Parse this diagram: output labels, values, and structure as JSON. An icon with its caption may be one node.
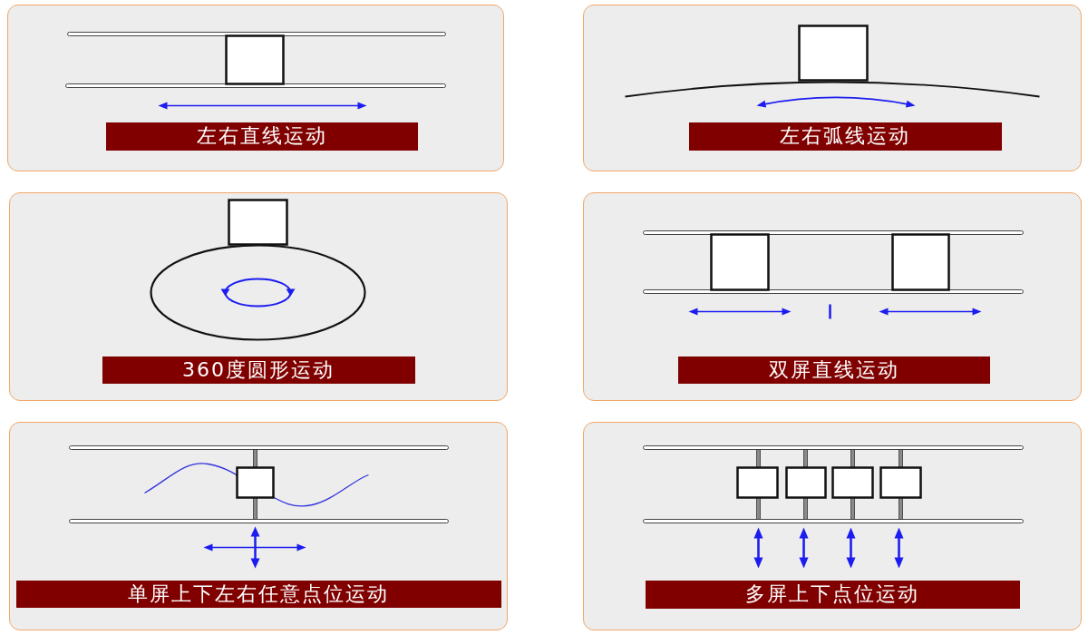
{
  "diagram": {
    "nodes": [
      {
        "text": [],
        "shape": "box"
      },
      {
        "text": [
          "左右直线运动"
        ],
        "in": 0
      },
      {
        "text": [],
        "shape": "box"
      },
      {
        "text": [
          "左右弧线运动"
        ],
        "in": 2
      },
      {
        "text": [],
        "shape": "box"
      },
      {
        "text": [
          "360度圆形运动"
        ],
        "in": 4
      },
      {
        "text": [],
        "shape": "box"
      },
      {
        "text": [
          "双屏直线运动"
        ],
        "in": 6
      },
      {
        "text": [],
        "shape": "box"
      },
      {
        "text": [
          "单屏上下左右任意点位运动"
        ],
        "in": 8
      },
      {
        "text": [],
        "shape": "box"
      },
      {
        "text": [
          "多屏上下点位运动"
        ],
        "in": 10
      }
    ]
  }
}
